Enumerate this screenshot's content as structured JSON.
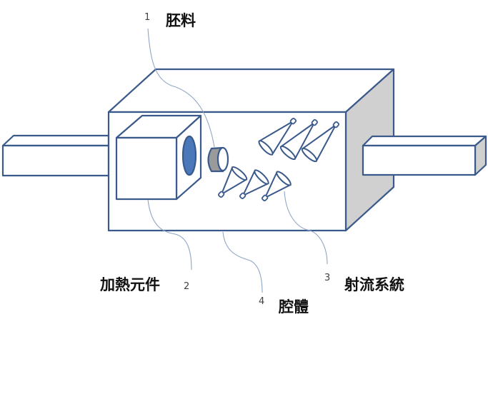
{
  "diagram": {
    "title": "Apparatus schematic",
    "colors": {
      "outline": "#3a5a8c",
      "shaded_face": "#d0d0d0",
      "lens_fill": "#4a78b8",
      "billet_fill": "#9a9a9a",
      "leader": "#8ea6c6"
    },
    "callouts": [
      {
        "id": "1",
        "number": "1",
        "label": "胚料"
      },
      {
        "id": "2",
        "number": "2",
        "label": "加熱元件"
      },
      {
        "id": "3",
        "number": "3",
        "label": "射流系統"
      },
      {
        "id": "4",
        "number": "4",
        "label": "腔體"
      }
    ],
    "components": {
      "chamber": "腔體",
      "heater": "加熱元件",
      "billet": "胚料",
      "jet_nozzles_upper_count": 3,
      "jet_nozzles_lower_count": 3
    }
  }
}
